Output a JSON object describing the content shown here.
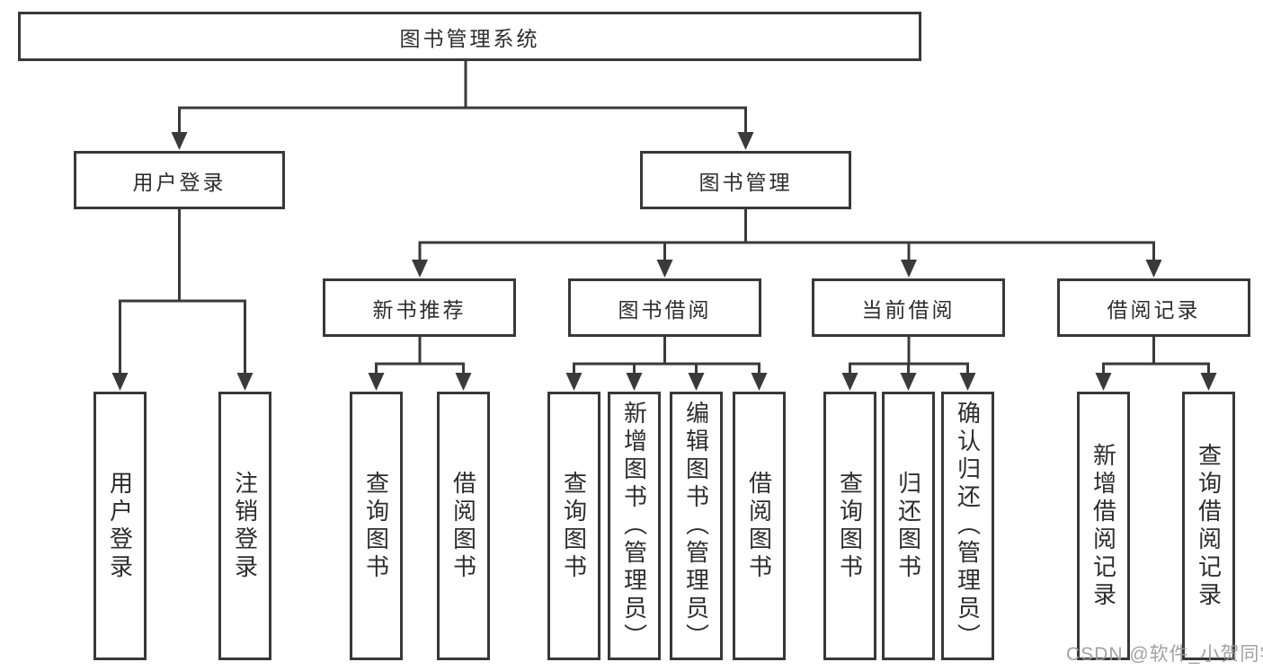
{
  "diagram": {
    "root": {
      "label": "图书管理系统"
    },
    "branches": [
      {
        "label": "用户登录",
        "children": [
          {
            "label": "用户登录"
          },
          {
            "label": "注销登录"
          }
        ]
      },
      {
        "label": "图书管理",
        "children": [
          {
            "label": "新书推荐",
            "children": [
              {
                "label": "查询图书"
              },
              {
                "label": "借阅图书"
              }
            ]
          },
          {
            "label": "图书借阅",
            "children": [
              {
                "label": "查询图书"
              },
              {
                "label": "新增图书（管理员）"
              },
              {
                "label": "编辑图书（管理员）"
              },
              {
                "label": "借阅图书"
              }
            ]
          },
          {
            "label": "当前借阅",
            "children": [
              {
                "label": "查询图书"
              },
              {
                "label": "归还图书"
              },
              {
                "label": "确认归还（管理员）"
              }
            ]
          },
          {
            "label": "借阅记录",
            "children": [
              {
                "label": "新增借阅记录"
              },
              {
                "label": "查询借阅记录"
              }
            ]
          }
        ]
      }
    ]
  },
  "watermark": {
    "text": "CSDN @软件_小贺同学"
  },
  "colors": {
    "line": "#3a3a3a",
    "border": "#383838",
    "text": "#2d2d2d",
    "watermark": "#9a9a9a",
    "background": "#ffffff"
  }
}
